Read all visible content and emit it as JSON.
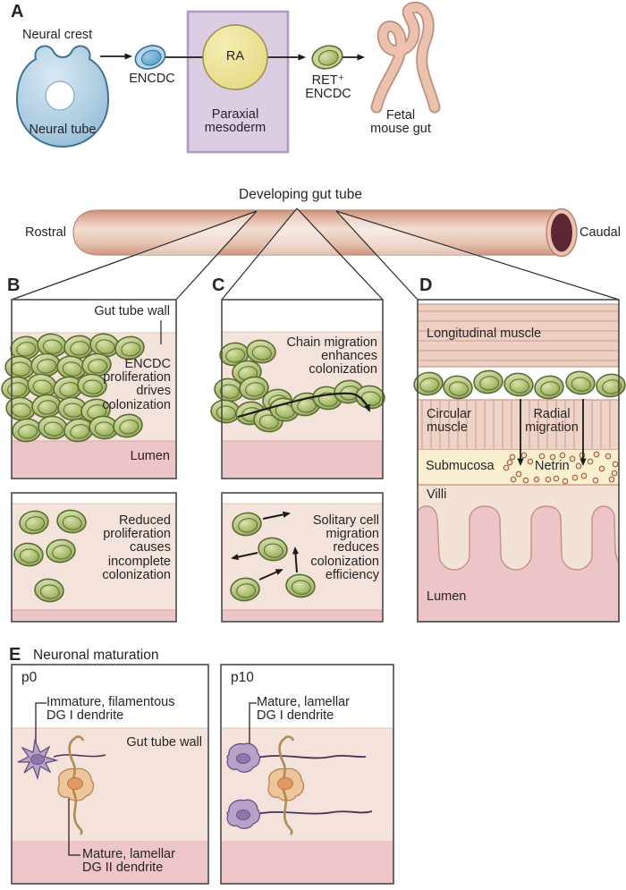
{
  "panel_a": {
    "label": "A",
    "neural_crest": "Neural crest",
    "neural_tube": "Neural tube",
    "encdc": "ENCDC",
    "ra": "RA",
    "paraxial_mesoderm": "Paraxial\nmesoderm",
    "ret_encdc": "RET⁺\nENCDC",
    "fetal_mouse_gut": "Fetal\nmouse gut"
  },
  "gut_tube": {
    "title": "Developing gut tube",
    "rostral": "Rostral",
    "caudal": "Caudal"
  },
  "panel_b": {
    "label": "B",
    "gut_tube_wall": "Gut tube wall",
    "proliferation_text": "ENCDC\nproliferation\ndrives\ncolonization",
    "lumen": "Lumen",
    "reduced_text": "Reduced\nproliferation\ncauses\nincomplete\ncolonization"
  },
  "panel_c": {
    "label": "C",
    "chain_text": "Chain migration\nenhances\ncolonization",
    "solitary_text": "Solitary cell\nmigration\nreduces\ncolonization\nefficiency"
  },
  "panel_d": {
    "label": "D",
    "longitudinal_muscle": "Longitudinal muscle",
    "circular_muscle": "Circular\nmuscle",
    "radial_migration": "Radial\nmigration",
    "submucosa": "Submucosa",
    "netrin": "Netrin",
    "villi": "Villi",
    "lumen": "Lumen"
  },
  "panel_e": {
    "label": "E",
    "title": "Neuronal maturation",
    "p0": "p0",
    "p10": "p10",
    "immature_dg1": "Immature, filamentous\nDG I dendrite",
    "gut_tube_wall": "Gut tube wall",
    "mature_dg2": "Mature, lamellar\nDG II dendrite",
    "mature_dg1": "Mature, lamellar\nDG I dendrite"
  },
  "colors": {
    "encdc_cell_green": "#b2c47c",
    "ret_cell_green": "#c8d693",
    "encdc_cell_blue": "#b6d4e8",
    "neural_tube_blue": "#a9cce2",
    "ra_yellow": "#ede189",
    "paraxial_purple": "#dbcde2",
    "gut_tube_pink": "#e3b39e",
    "lumen_pink": "#edc4c8",
    "wall_tan": "#f4e3da",
    "submucosa_cream": "#f9f0d0",
    "neuron_purple": "#b5a3cc",
    "neuron_orange": "#eec69c",
    "text": "#262425"
  }
}
